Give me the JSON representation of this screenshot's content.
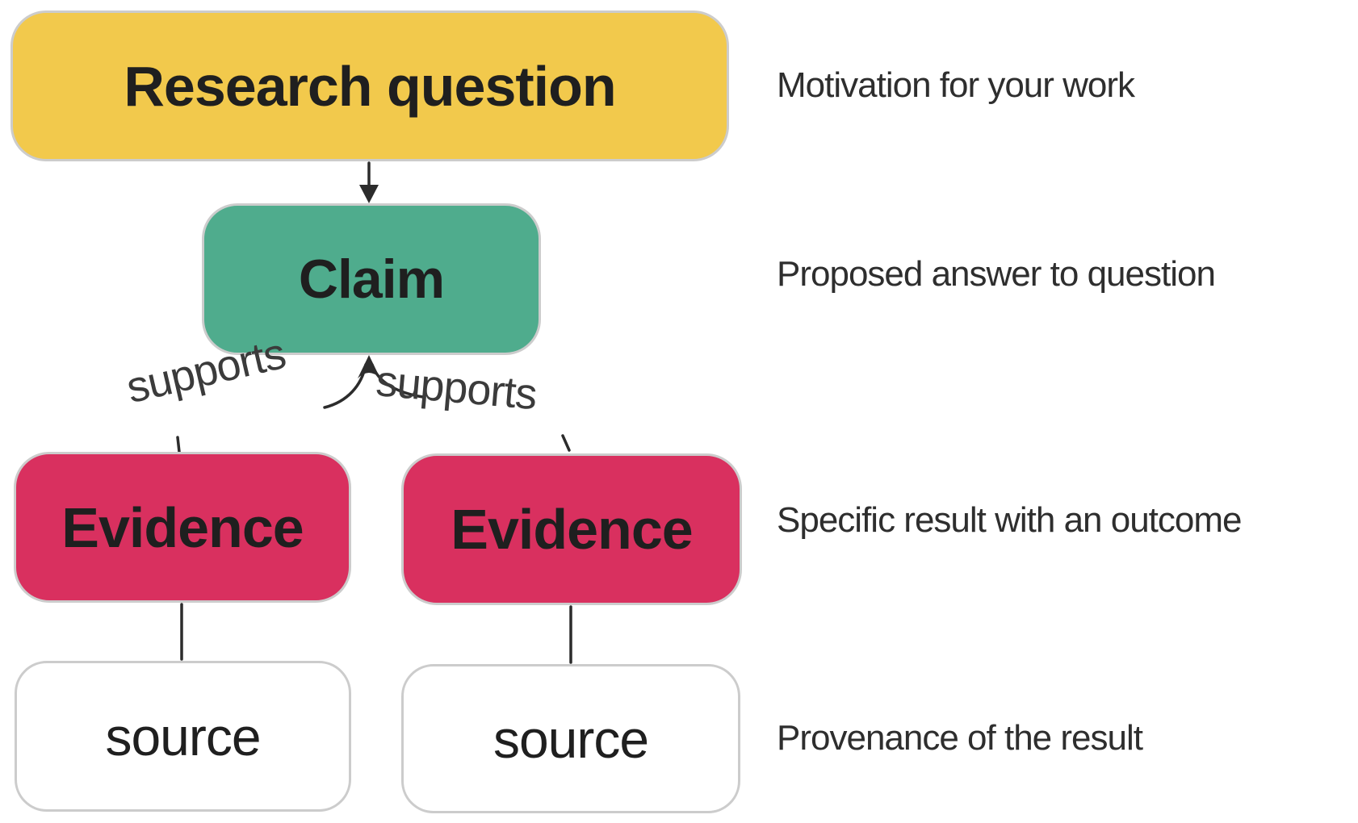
{
  "colors": {
    "yellow": "#F2C94C",
    "green": "#4FAC8D",
    "pink": "#D9305F",
    "box_border": "#CCCCCC",
    "arrow": "#2C2C2C",
    "text_dark": "#1F1F1F",
    "annotation_text": "#2E2E2E",
    "edge_label_text": "#3B3B3B"
  },
  "nodes": {
    "research_question": {
      "label": "Research question"
    },
    "claim": {
      "label": "Claim"
    },
    "evidence_left": {
      "label": "Evidence"
    },
    "evidence_right": {
      "label": "Evidence"
    },
    "source_left": {
      "label": "source"
    },
    "source_right": {
      "label": "source"
    }
  },
  "edges": {
    "supports_left": {
      "label": "supports"
    },
    "supports_right": {
      "label": "supports"
    }
  },
  "annotations": {
    "research_question": "Motivation for your work",
    "claim": "Proposed answer to question",
    "evidence": "Specific result with an outcome",
    "source": "Provenance of the result"
  }
}
